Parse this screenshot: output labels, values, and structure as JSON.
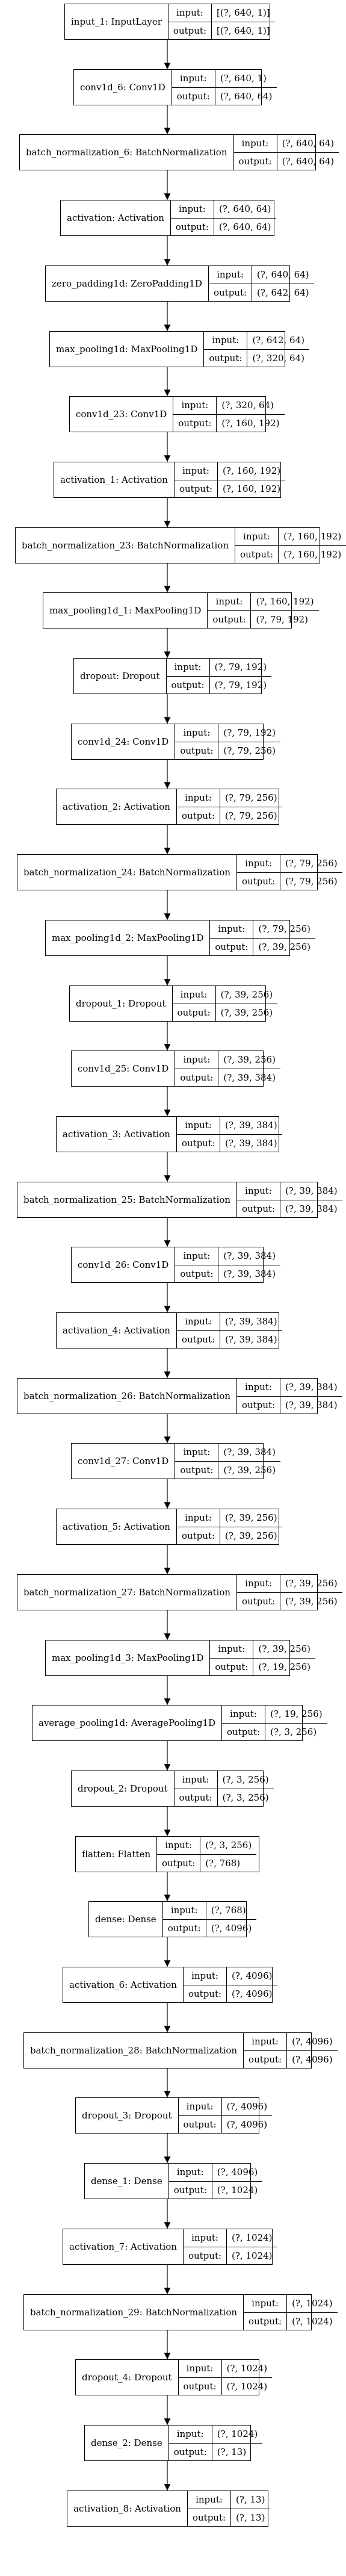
{
  "layers": [
    {
      "name": "input_1: InputLayer",
      "input": "[(?, 640, 1)]",
      "output": "[(?, 640, 1)]"
    },
    {
      "name": "conv1d_6: Conv1D",
      "input": "(?, 640, 1)",
      "output": "(?, 640, 64)"
    },
    {
      "name": "batch_normalization_6: BatchNormalization",
      "input": "(?, 640, 64)",
      "output": "(?, 640, 64)"
    },
    {
      "name": "activation: Activation",
      "input": "(?, 640, 64)",
      "output": "(?, 640, 64)"
    },
    {
      "name": "zero_padding1d: ZeroPadding1D",
      "input": "(?, 640, 64)",
      "output": "(?, 642, 64)"
    },
    {
      "name": "max_pooling1d: MaxPooling1D",
      "input": "(?, 642, 64)",
      "output": "(?, 320, 64)"
    },
    {
      "name": "conv1d_23: Conv1D",
      "input": "(?, 320, 64)",
      "output": "(?, 160, 192)"
    },
    {
      "name": "activation_1: Activation",
      "input": "(?, 160, 192)",
      "output": "(?, 160, 192)"
    },
    {
      "name": "batch_normalization_23: BatchNormalization",
      "input": "(?, 160, 192)",
      "output": "(?, 160, 192)"
    },
    {
      "name": "max_pooling1d_1: MaxPooling1D",
      "input": "(?, 160, 192)",
      "output": "(?, 79, 192)"
    },
    {
      "name": "dropout: Dropout",
      "input": "(?, 79, 192)",
      "output": "(?, 79, 192)"
    },
    {
      "name": "conv1d_24: Conv1D",
      "input": "(?, 79, 192)",
      "output": "(?, 79, 256)"
    },
    {
      "name": "activation_2: Activation",
      "input": "(?, 79, 256)",
      "output": "(?, 79, 256)"
    },
    {
      "name": "batch_normalization_24: BatchNormalization",
      "input": "(?, 79, 256)",
      "output": "(?, 79, 256)"
    },
    {
      "name": "max_pooling1d_2: MaxPooling1D",
      "input": "(?, 79, 256)",
      "output": "(?, 39, 256)"
    },
    {
      "name": "dropout_1: Dropout",
      "input": "(?, 39, 256)",
      "output": "(?, 39, 256)"
    },
    {
      "name": "conv1d_25: Conv1D",
      "input": "(?, 39, 256)",
      "output": "(?, 39, 384)"
    },
    {
      "name": "activation_3: Activation",
      "input": "(?, 39, 384)",
      "output": "(?, 39, 384)"
    },
    {
      "name": "batch_normalization_25: BatchNormalization",
      "input": "(?, 39, 384)",
      "output": "(?, 39, 384)"
    },
    {
      "name": "conv1d_26: Conv1D",
      "input": "(?, 39, 384)",
      "output": "(?, 39, 384)"
    },
    {
      "name": "activation_4: Activation",
      "input": "(?, 39, 384)",
      "output": "(?, 39, 384)"
    },
    {
      "name": "batch_normalization_26: BatchNormalization",
      "input": "(?, 39, 384)",
      "output": "(?, 39, 384)"
    },
    {
      "name": "conv1d_27: Conv1D",
      "input": "(?, 39, 384)",
      "output": "(?, 39, 256)"
    },
    {
      "name": "activation_5: Activation",
      "input": "(?, 39, 256)",
      "output": "(?, 39, 256)"
    },
    {
      "name": "batch_normalization_27: BatchNormalization",
      "input": "(?, 39, 256)",
      "output": "(?, 39, 256)"
    },
    {
      "name": "max_pooling1d_3: MaxPooling1D",
      "input": "(?, 39, 256)",
      "output": "(?, 19, 256)"
    },
    {
      "name": "average_pooling1d: AveragePooling1D",
      "input": "(?, 19, 256)",
      "output": "(?, 3, 256)"
    },
    {
      "name": "dropout_2: Dropout",
      "input": "(?, 3, 256)",
      "output": "(?, 3, 256)"
    },
    {
      "name": "flatten: Flatten",
      "input": "(?, 3, 256)",
      "output": "(?, 768)"
    },
    {
      "name": "dense: Dense",
      "input": "(?, 768)",
      "output": "(?, 4096)"
    },
    {
      "name": "activation_6: Activation",
      "input": "(?, 4096)",
      "output": "(?, 4096)"
    },
    {
      "name": "batch_normalization_28: BatchNormalization",
      "input": "(?, 4096)",
      "output": "(?, 4096)"
    },
    {
      "name": "dropout_3: Dropout",
      "input": "(?, 4096)",
      "output": "(?, 4096)"
    },
    {
      "name": "dense_1: Dense",
      "input": "(?, 4096)",
      "output": "(?, 1024)"
    },
    {
      "name": "activation_7: Activation",
      "input": "(?, 1024)",
      "output": "(?, 1024)"
    },
    {
      "name": "batch_normalization_29: BatchNormalization",
      "input": "(?, 1024)",
      "output": "(?, 1024)"
    },
    {
      "name": "dropout_4: Dropout",
      "input": "(?, 1024)",
      "output": "(?, 1024)"
    },
    {
      "name": "dense_2: Dense",
      "input": "(?, 1024)",
      "output": "(?, 13)"
    },
    {
      "name": "activation_8: Activation",
      "input": "(?, 13)",
      "output": "(?, 13)"
    }
  ],
  "io_labels": {
    "input": "input:",
    "output": "output:"
  },
  "colors": {
    "stroke": "#000000",
    "background": "#ffffff"
  }
}
